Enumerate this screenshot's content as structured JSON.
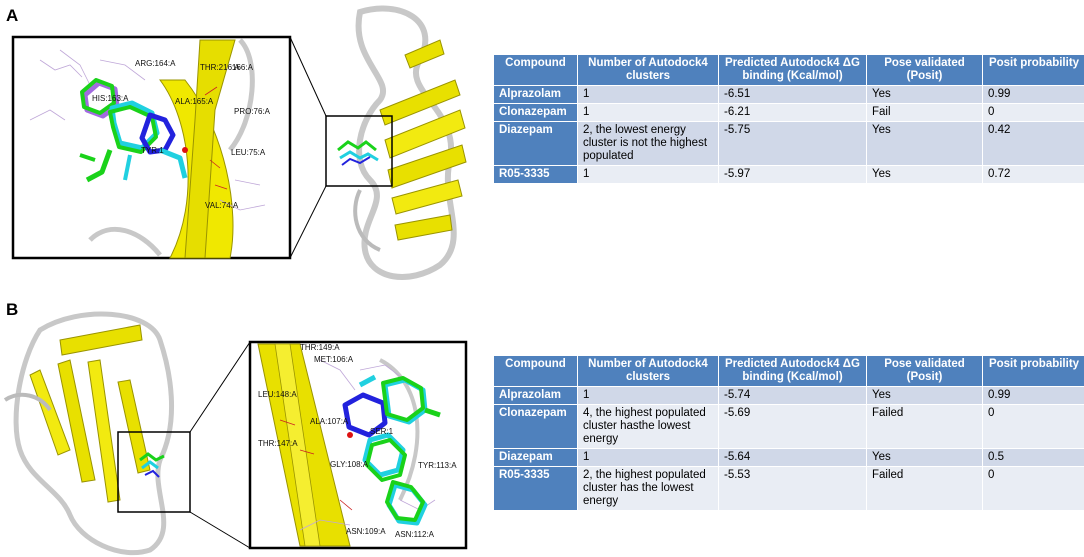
{
  "panel_a": {
    "label": "A",
    "residues": [
      "ARG:164:A",
      "THR:216:A",
      "166:A",
      "HIS:163:A",
      "ALA:165:A",
      "PRO:76:A",
      "TYR:1",
      "LEU:75:A",
      "VAL:74:A"
    ],
    "table": {
      "headers": [
        "Compound",
        "Number of Autodock4 clusters",
        "Predicted Autodock4 ΔG binding (Kcal/mol)",
        "Pose validated (Posit)",
        "Posit probability"
      ],
      "rows": [
        [
          "Alprazolam",
          "1",
          "-6.51",
          "Yes",
          "0.99"
        ],
        [
          "Clonazepam",
          "1",
          "-6.21",
          "Fail",
          "0"
        ],
        [
          "Diazepam",
          "2, the lowest energy cluster is not the highest populated",
          "-5.75",
          "Yes",
          "0.42"
        ],
        [
          "R05-3335",
          "1",
          "-5.97",
          "Yes",
          "0.72"
        ]
      ]
    }
  },
  "panel_b": {
    "label": "B",
    "residues": [
      "THR:149:A",
      "MET:106:A",
      "LEU:148:A",
      "ALA:107:A",
      "THR:147:A",
      "GLY:108:A",
      "SER:1",
      "TYR:113:A",
      "ASN:109:A",
      "ASN:112:A"
    ],
    "table": {
      "headers": [
        "Compound",
        "Number of Autodock4 clusters",
        "Predicted Autodock4 ΔG binding (Kcal/mol)",
        "Pose validated (Posit)",
        "Posit probability"
      ],
      "rows": [
        [
          "Alprazolam",
          "1",
          "-5.74",
          "Yes",
          "0.99"
        ],
        [
          "Clonazepam",
          "4, the highest populated cluster hasthe lowest energy",
          "-5.69",
          "Failed",
          "0"
        ],
        [
          "Diazepam",
          "1",
          "-5.64",
          "Yes",
          "0.5"
        ],
        [
          "R05-3335",
          "2, the highest populated cluster has the lowest energy",
          "-5.53",
          "Failed",
          "0"
        ]
      ]
    }
  }
}
